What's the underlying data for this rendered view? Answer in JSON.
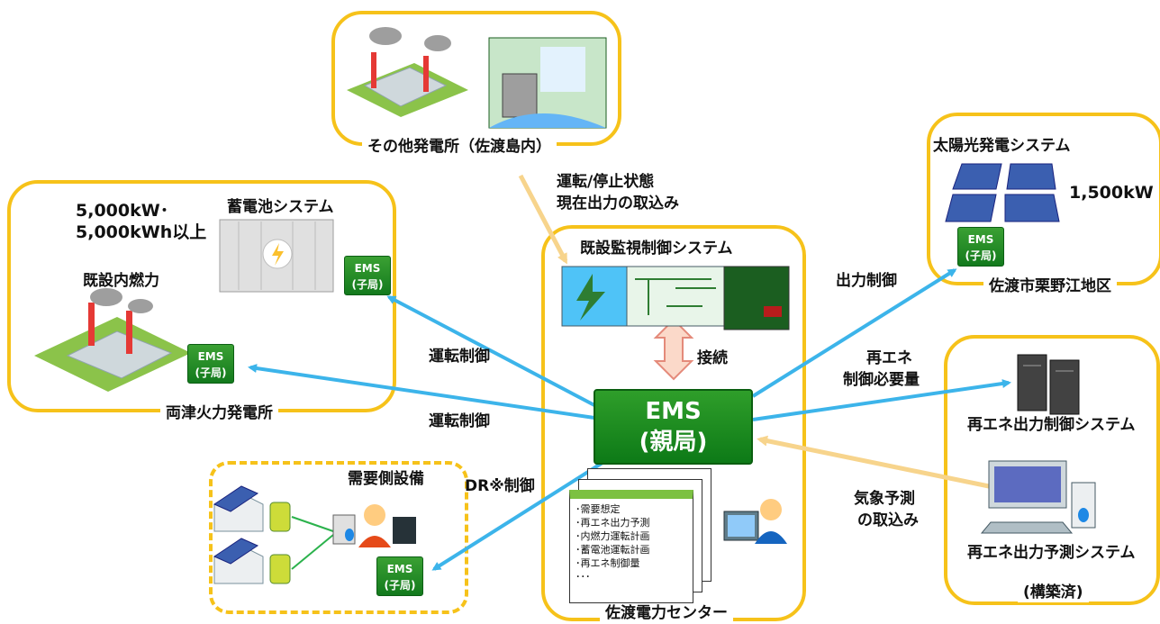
{
  "colors": {
    "frame": "#f6c21a",
    "arrow": "#3cb4ea",
    "arrow_pale": "#f7d48c",
    "ems_green": "#159126"
  },
  "boxes": {
    "other_plants": "その他発電所（佐渡島内）",
    "ryotsu": "両津火力発電所",
    "solar_area": "佐渡市栗野江地区",
    "renewable_ctrl_group": "(構築済)",
    "center": "佐渡電力センター"
  },
  "ryotsu": {
    "capacity_line1": "5,000kW･",
    "capacity_line2": "5,000kWh以上",
    "battery": "蓄電池システム",
    "existing": "既設内燃力"
  },
  "solar": {
    "title": "太陽光発電システム",
    "capacity": "1,500kW"
  },
  "ems_sub": {
    "line1": "EMS",
    "line2": "(子局)"
  },
  "ems_main": {
    "line1": "EMS",
    "line2": "(親局)"
  },
  "center": {
    "monitoring": "既設監視制御システム",
    "connect": "接続"
  },
  "arrows": {
    "status_line1": "運転/停止状態",
    "status_line2": "現在出力の取込み",
    "run_control_1": "運転制御",
    "run_control_2": "運転制御",
    "dr_control": "DR※制御",
    "output_control": "出力制御",
    "renewable_line1": "再エネ",
    "renewable_line2": "制御必要量",
    "weather_line1": "気象予測",
    "weather_line2": "の取込み"
  },
  "demand": {
    "title": "需要側設備"
  },
  "renewable": {
    "output_control": "再エネ出力制御システム",
    "forecast": "再エネ出力予測システム"
  },
  "plan_list": [
    "･需要想定",
    "･再エネ出力予測",
    "･内燃力運転計画",
    "･蓄電池運転計画",
    "･再エネ制御量",
    "･･･"
  ]
}
